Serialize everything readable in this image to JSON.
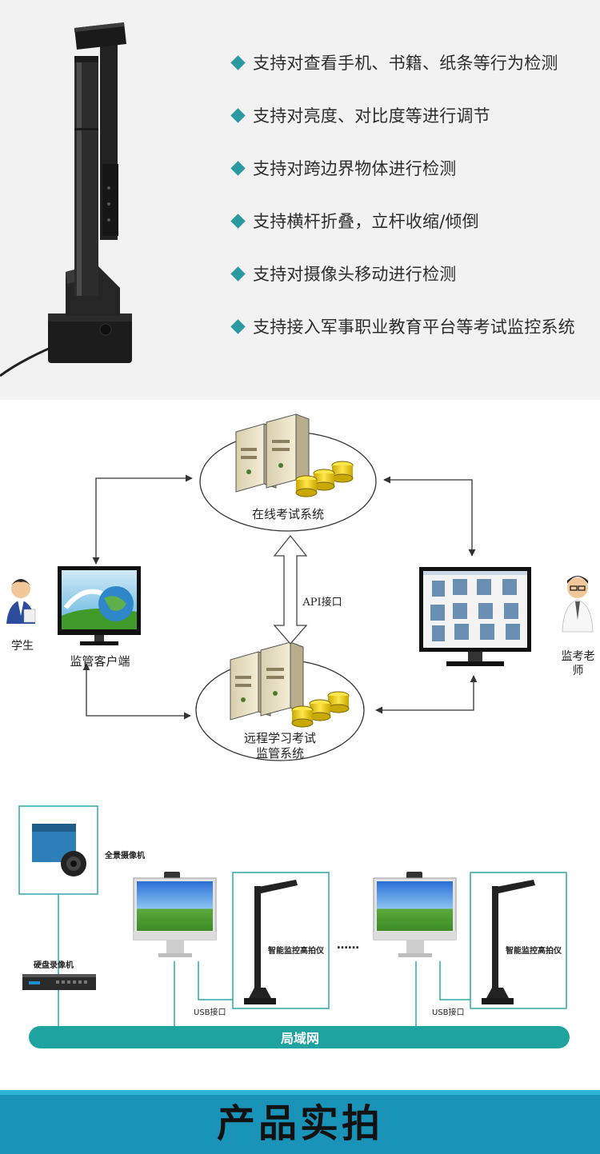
{
  "features": [
    "支持对查看手机、书籍、纸条等行为检测",
    "支持对亮度、对比度等进行调节",
    "支持对跨边界物体进行检测",
    "支持横杆折叠，立杆收缩/倾倒",
    "支持对摄像头移动进行检测",
    "支持接入军事职业教育平台等考试监控系统"
  ],
  "diagram": {
    "online_exam_system": "在线考试系统",
    "api": "API接口",
    "student": "学生",
    "client": "监管客户端",
    "remote_system_line1": "远程学习考试",
    "remote_system_line2": "监管系统",
    "proctor_line1": "监考老",
    "proctor_line2": "师"
  },
  "network": {
    "panoramic_camera": "全景摄像机",
    "dvr": "硬盘录像机",
    "device_left": "智能监控高拍仪",
    "device_right": "智能监控高拍仪",
    "usb_left": "USB接口",
    "usb_right": "USB接口",
    "ellipsis": "……",
    "lan": "局域网"
  },
  "banner": {
    "title": "产品实拍"
  },
  "colors": {
    "accent": "#2a9aa0",
    "lan_bar": "#1fa3a1",
    "banner": "#1a93b8"
  }
}
